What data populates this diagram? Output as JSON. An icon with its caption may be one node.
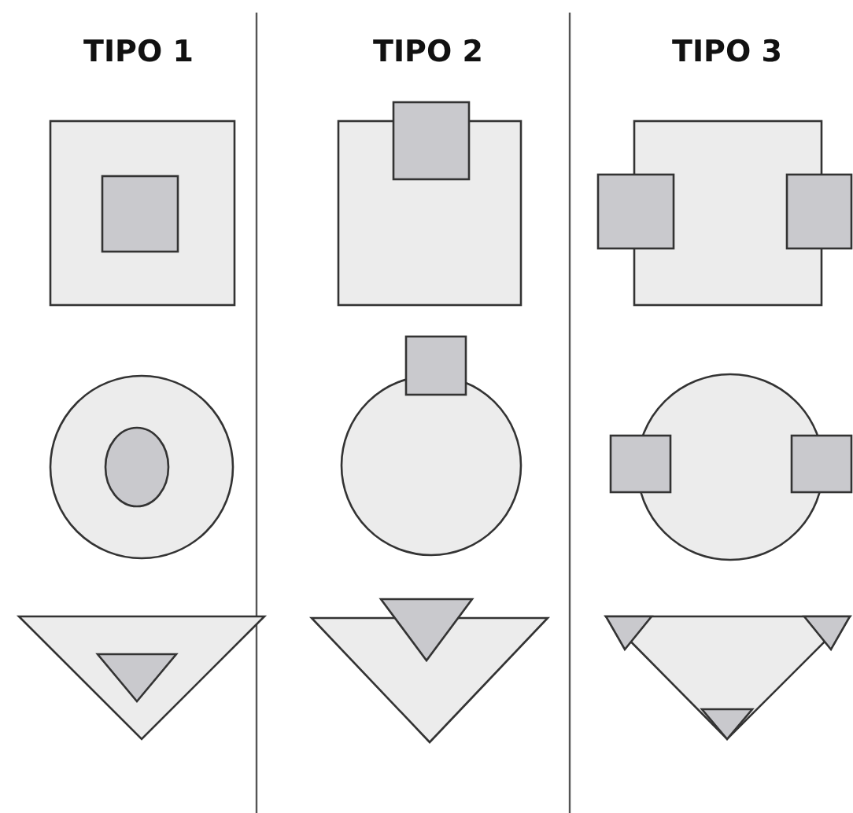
{
  "diagram": {
    "labels": [
      "TIPO 1",
      "TIPO 2",
      "TIPO 3"
    ]
  }
}
